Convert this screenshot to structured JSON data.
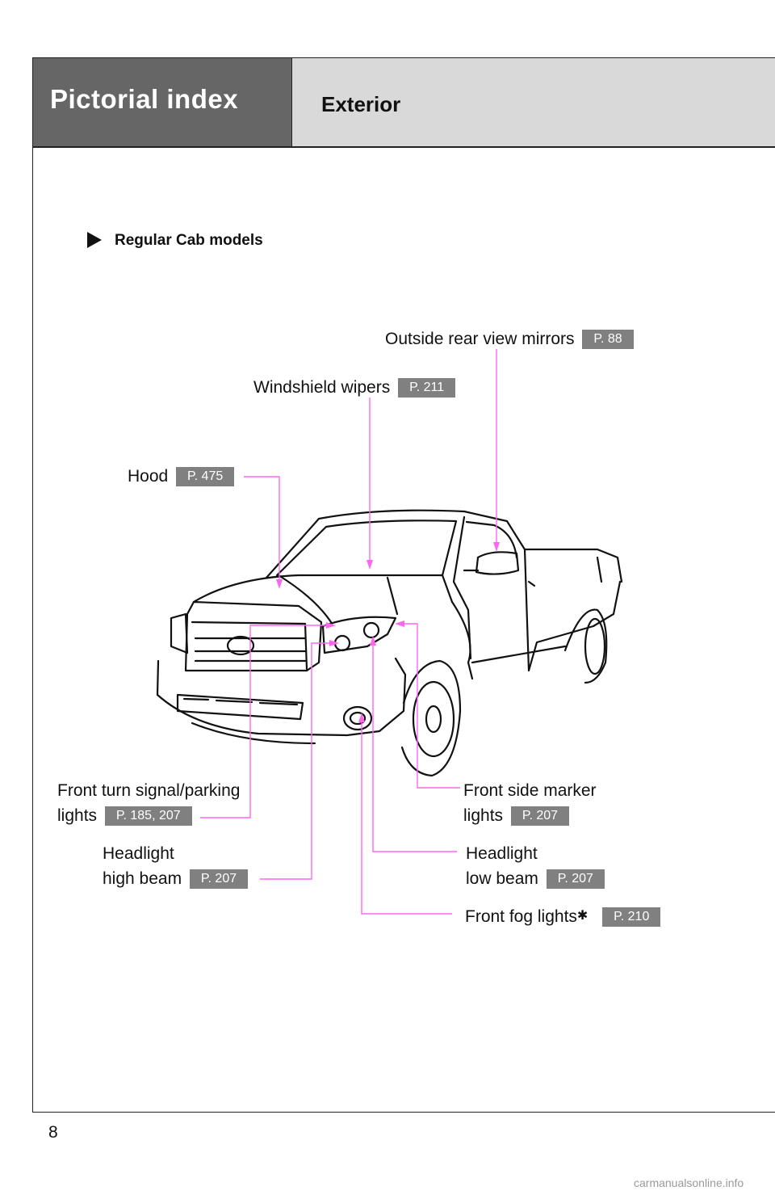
{
  "header": {
    "title": "Pictorial index",
    "subtitle": "Exterior"
  },
  "section": {
    "title": "Regular Cab models"
  },
  "callouts": {
    "mirrors": {
      "text": "Outside rear view mirrors",
      "page": "P. 88"
    },
    "wipers": {
      "text": "Windshield wipers",
      "page": "P. 211"
    },
    "hood": {
      "text": "Hood",
      "page": "P. 475"
    },
    "turn": {
      "line1": "Front turn signal/parking",
      "line2": "lights",
      "page": "P. 185, 207"
    },
    "highbeam": {
      "line1": "Headlight",
      "line2": "high beam",
      "page": "P. 207"
    },
    "marker": {
      "line1": "Front side marker",
      "line2": "lights",
      "page": "P. 207"
    },
    "lowbeam": {
      "line1": "Headlight",
      "line2": "low beam",
      "page": "P. 207"
    },
    "fog": {
      "text": "Front fog lights",
      "mark": "✱",
      "page": "P. 210"
    }
  },
  "page_number": "8",
  "watermark": "carmanualsonline.info",
  "colors": {
    "leader": "#ff66ee",
    "badge": "#808080",
    "header_dark": "#666666",
    "header_light": "#d9d9d9"
  }
}
